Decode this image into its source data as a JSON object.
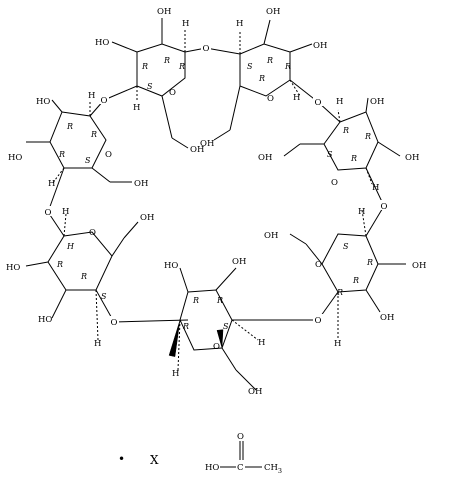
{
  "molecule": {
    "ring_atom_labels": [
      "O",
      "O",
      "O",
      "O",
      "O",
      "O",
      "O"
    ],
    "glycosidic_oxygen": "O",
    "hydroxyl": "OH",
    "hydroxyl_left": "HO",
    "hydrogen": "H",
    "stereo_r": "R",
    "stereo_s": "S"
  },
  "separator": {
    "bullet": "•",
    "multiplier": "X"
  },
  "acetic_acid": {
    "hydroxyl": "HO",
    "carbon": "C",
    "oxygen": "O",
    "methyl": "CH",
    "methyl_subscript": "3"
  }
}
